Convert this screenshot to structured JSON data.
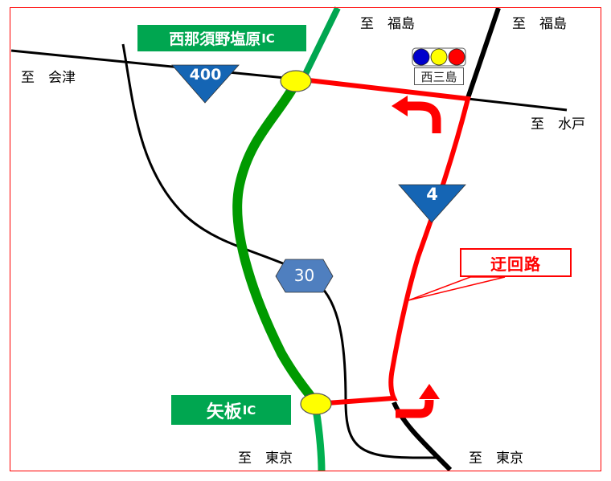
{
  "map": {
    "title_description": "Detour route map near Yaita IC / Nishinasuno-Shiobara IC",
    "colors": {
      "expressway": "#009a3e",
      "detour": "#ff0000",
      "road": "#000000",
      "route_sign": "#1565b4",
      "pref_route_sign": "#4f7fbf",
      "ic_label_bg": "#00a650",
      "ic_node": "#ffff00",
      "frame": "#ff0000"
    },
    "destinations": {
      "aizu": "至　会津",
      "fukushima_left": "至　福島",
      "fukushima_right": "至　福島",
      "mito": "至　水戸",
      "tokyo_left": "至　東京",
      "tokyo_right": "至　東京"
    },
    "interchanges": {
      "top": {
        "name": "西那須野塩原",
        "suffix": "IC"
      },
      "bottom": {
        "name": "矢板",
        "suffix": "IC"
      }
    },
    "route_signs": {
      "national_400": "400",
      "national_4": "4",
      "pref_30": "30"
    },
    "signal": {
      "lights": [
        "#0000cc",
        "#ffff00",
        "#ff0000"
      ],
      "name": "西三島"
    },
    "detour_label": "迂回路"
  }
}
